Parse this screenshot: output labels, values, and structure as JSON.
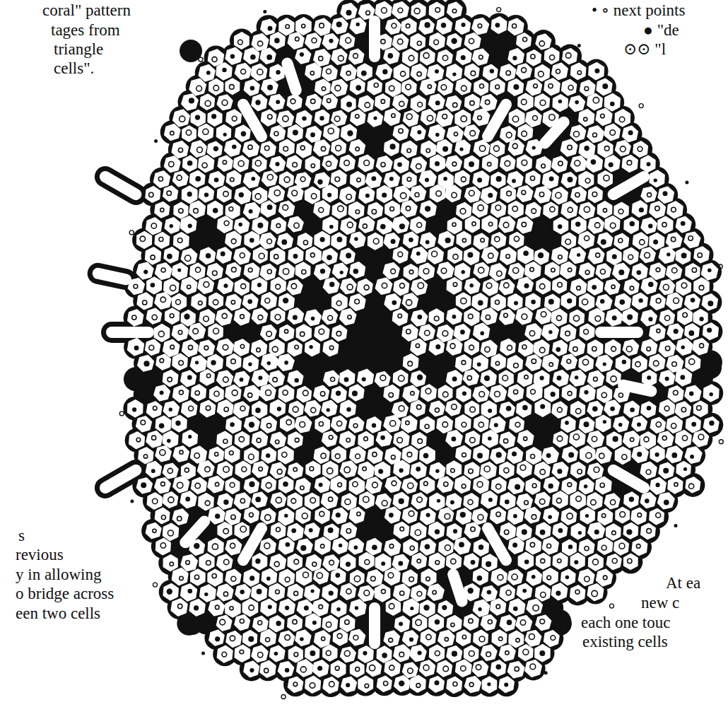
{
  "diagram": {
    "labels": [
      "coral\" pattern",
      "tages from",
      "triangle",
      "cells\".",
      "• ∘ next points",
      "● \"de",
      "⊙⊙ \"l",
      "s",
      "revious",
      "y in allowing",
      "o bridge across",
      "een two cells",
      "At ea",
      "new c",
      "each one touc",
      "existing cells"
    ]
  }
}
